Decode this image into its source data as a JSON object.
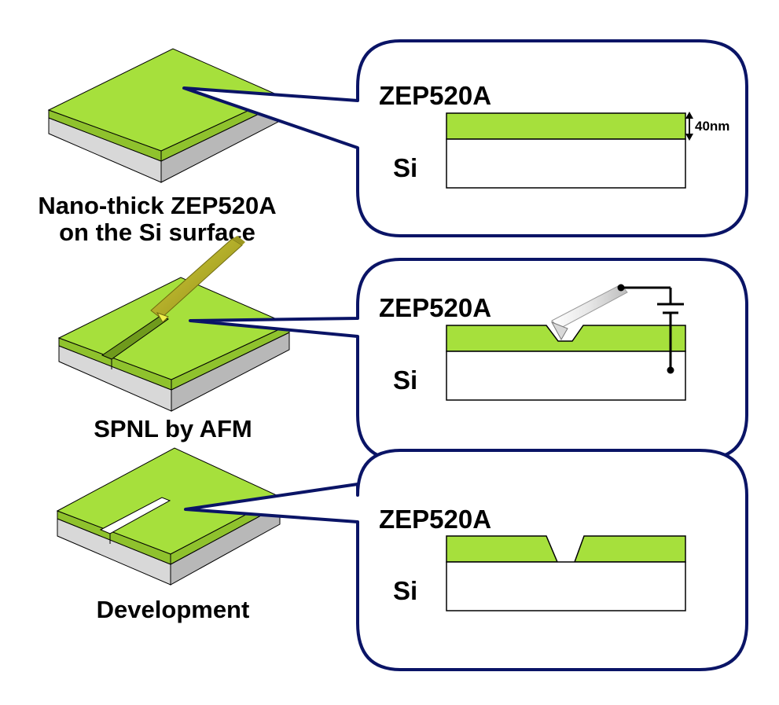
{
  "colors": {
    "resist": "#a6e03c",
    "resist_shade": "#8fc22d",
    "substrate_side": "#c8c8c8",
    "outline": "#0a1466",
    "tip": "#b5b028"
  },
  "steps": [
    {
      "caption_lines": [
        "Nano-thick ZEP520A",
        "on the Si surface"
      ],
      "resist_label": "ZEP520A",
      "substrate_label": "Si",
      "thickness_label": "40nm"
    },
    {
      "caption_lines": [
        "SPNL by AFM"
      ],
      "resist_label": "ZEP520A",
      "substrate_label": "Si"
    },
    {
      "caption_lines": [
        "Development"
      ],
      "resist_label": "ZEP520A",
      "substrate_label": "Si"
    }
  ]
}
